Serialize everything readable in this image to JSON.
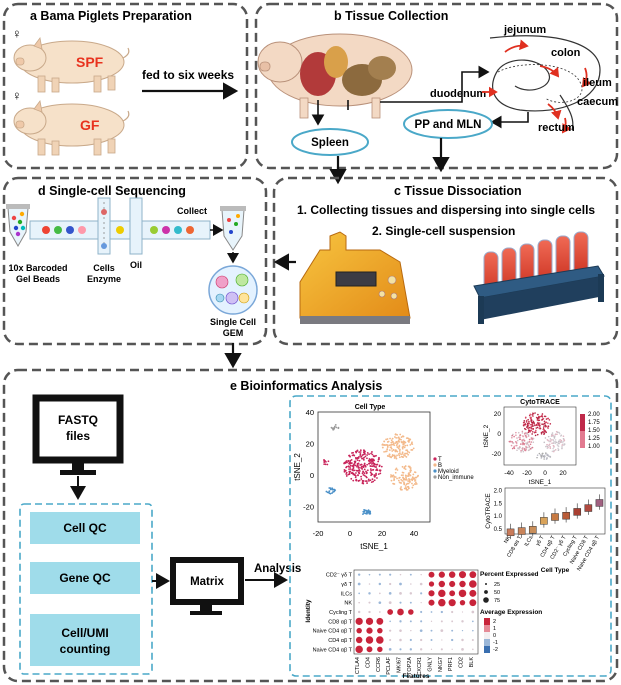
{
  "panels": {
    "a": {
      "title": "a Bama Piglets Preparation",
      "spf": "SPF",
      "gf": "GF",
      "arrow_label": "fed to six weeks",
      "female_symbol": "♀"
    },
    "b": {
      "title": "b Tissue Collection",
      "organs": {
        "jejunum": "jejunum",
        "colon": "colon",
        "ileum": "ileum",
        "duodenum": "duodenum",
        "caecum": "caecum",
        "rectum": "rectum"
      },
      "spleen": "Spleen",
      "pp_mln": "PP and MLN"
    },
    "c": {
      "title": "c Tissue Dissociation",
      "step1": "1. Collecting tissues and dispersing into single cells",
      "step2": "2. Single-cell suspension"
    },
    "d": {
      "title": "d Single-cell Sequencing",
      "beads_line1": "10x Barcoded",
      "beads_line2": "Gel Beads",
      "cells_line1": "Cells",
      "cells_line2": "Enzyme",
      "oil": "Oil",
      "collect": "Collect",
      "gem_line1": "Single Cell",
      "gem_line2": "GEM"
    },
    "e": {
      "title": "e Bioinformatics Analysis",
      "fastq_line1": "FASTQ",
      "fastq_line2": "files",
      "steps": [
        "Cell QC",
        "Gene QC",
        "Cell/UMI",
        "counting"
      ],
      "matrix": "Matrix",
      "analysis": "Analysis"
    }
  },
  "colors": {
    "panel_border": "#555555",
    "teal_box": "#9fdcea",
    "teal_border": "#4aa8c8",
    "spf_red": "#e8321e",
    "pig_skin": "#f6e1c9",
    "t_cells": "#c8245a",
    "b_cells": "#f3b98a",
    "myeloid": "#4a90c8",
    "non_immune": "#9a9a9a"
  },
  "chart_data": [
    {
      "type": "scatter",
      "title": "Cell Type",
      "xlabel": "tSNE_1",
      "ylabel": "tSNE_2",
      "xlim": [
        -20,
        50
      ],
      "ylim": [
        -30,
        40
      ],
      "xticks": [
        "-20",
        "0",
        "20",
        "40"
      ],
      "yticks": [
        "40",
        "20",
        "0",
        "-20"
      ],
      "legend": [
        "T",
        "B",
        "Myeloid",
        "Non_immune"
      ]
    },
    {
      "type": "scatter",
      "title": "CytoTRACE",
      "xlabel": "tSNE_1",
      "ylabel": "tSNE_2",
      "xticks": [
        "-40",
        "-20",
        "0",
        "20"
      ],
      "yticks": [
        "20",
        "0",
        "-20"
      ],
      "colorbar_ticks": [
        "2.00",
        "1.75",
        "1.50",
        "1.25",
        "1.00"
      ]
    },
    {
      "type": "box",
      "ylabel": "CytoTRACE",
      "xlabel": "Cell Type",
      "yticks": [
        "2.0",
        "1.5",
        "1.0",
        "0.5"
      ],
      "categories": [
        "NK",
        "CD8 αα T",
        "ILCs",
        "γδ T",
        "CD4 αβ T",
        "CD2⁻ γδ T",
        "Cycling T",
        "Naive CD8 T",
        "Naive CD4 αβ T"
      ],
      "values": [
        0.35,
        0.4,
        0.45,
        0.8,
        0.95,
        1.0,
        1.15,
        1.3,
        1.5
      ]
    },
    {
      "type": "dotplot",
      "ylabel": "Identity",
      "xlabel": "Features",
      "rows": [
        "CD2⁻ γδ T",
        "γδ T",
        "ILCs",
        "NK",
        "Cycling T",
        "CD8 αβ T",
        "Naive CD4 αβ T",
        "CD4 αβ T",
        "Naive CD4 αβ T"
      ],
      "columns": [
        "CTLA4",
        "CD4",
        "CCR6",
        "PCLAF",
        "MKI67",
        "TOP2A",
        "CXCR1",
        "GNLY",
        "NKG7",
        "PRF1",
        "CD2",
        "BLK"
      ],
      "size_legend_title": "Percent Expressed",
      "size_legend": [
        "25",
        "50",
        "75"
      ],
      "color_legend_title": "Average Expression",
      "color_legend": [
        "2",
        "1",
        "0",
        "-1",
        "-2"
      ]
    }
  ]
}
